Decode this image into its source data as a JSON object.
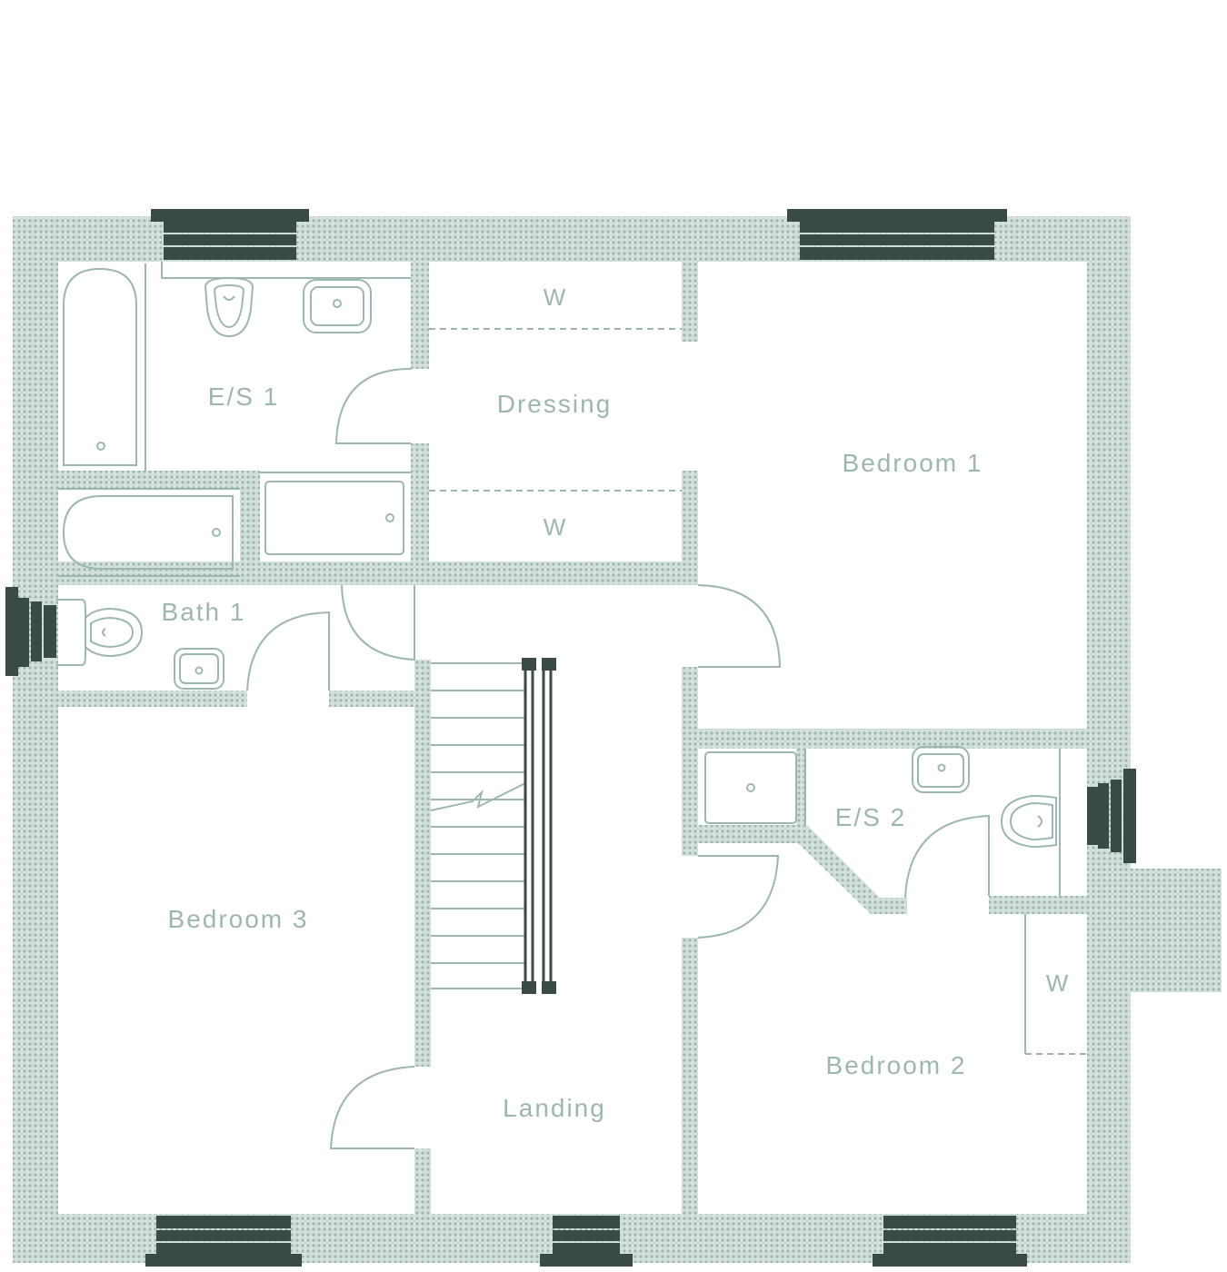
{
  "colors": {
    "wall": "#c7d6d0",
    "wall_dot": "#9fb8af",
    "line": "#9cb8ae",
    "text": "#9cb8ae",
    "window": "#3a4a44",
    "background": "#ffffff"
  },
  "rooms": {
    "es1": "E/S 1",
    "dressing": "Dressing",
    "bedroom1": "Bedroom 1",
    "bath1": "Bath 1",
    "es2": "E/S 2",
    "bedroom3": "Bedroom 3",
    "landing": "Landing",
    "bedroom2": "Bedroom 2"
  },
  "wardrobes": {
    "dressing_top": "W",
    "dressing_bottom": "W",
    "bedroom2": "W"
  }
}
